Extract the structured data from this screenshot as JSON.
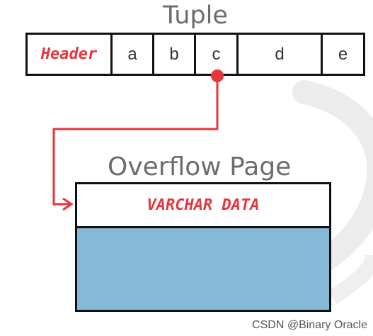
{
  "tuple": {
    "title": "Tuple",
    "header_label": "Header",
    "cells": [
      "a",
      "b",
      "c",
      "d",
      "e"
    ]
  },
  "overflow_page": {
    "title": "Overflow Page",
    "data_label": "VARCHAR DATA"
  },
  "watermark": "CSDN @Binary Oracle",
  "colors": {
    "accent_red": "#e8353d",
    "page_blue": "#86b9d8",
    "border": "#111111",
    "title_gray": "#6d6d6d"
  }
}
